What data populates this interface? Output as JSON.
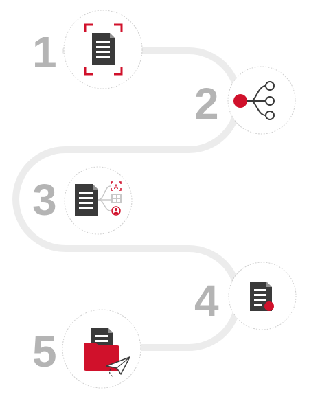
{
  "colors": {
    "path": "#ececec",
    "number": "#b4b4b4",
    "accent": "#d0112b",
    "icon_dark": "#3a3a3a",
    "icon_light": "#c8c8c8",
    "circle_outline": "#cfcfcf"
  },
  "steps": [
    {
      "number": "1",
      "icon": "document-scan-icon"
    },
    {
      "number": "2",
      "icon": "branching-nodes-icon"
    },
    {
      "number": "3",
      "icon": "document-extraction-icon"
    },
    {
      "number": "4",
      "icon": "document-badge-icon"
    },
    {
      "number": "5",
      "icon": "folder-send-icon"
    }
  ],
  "step3_field_letter": "A"
}
